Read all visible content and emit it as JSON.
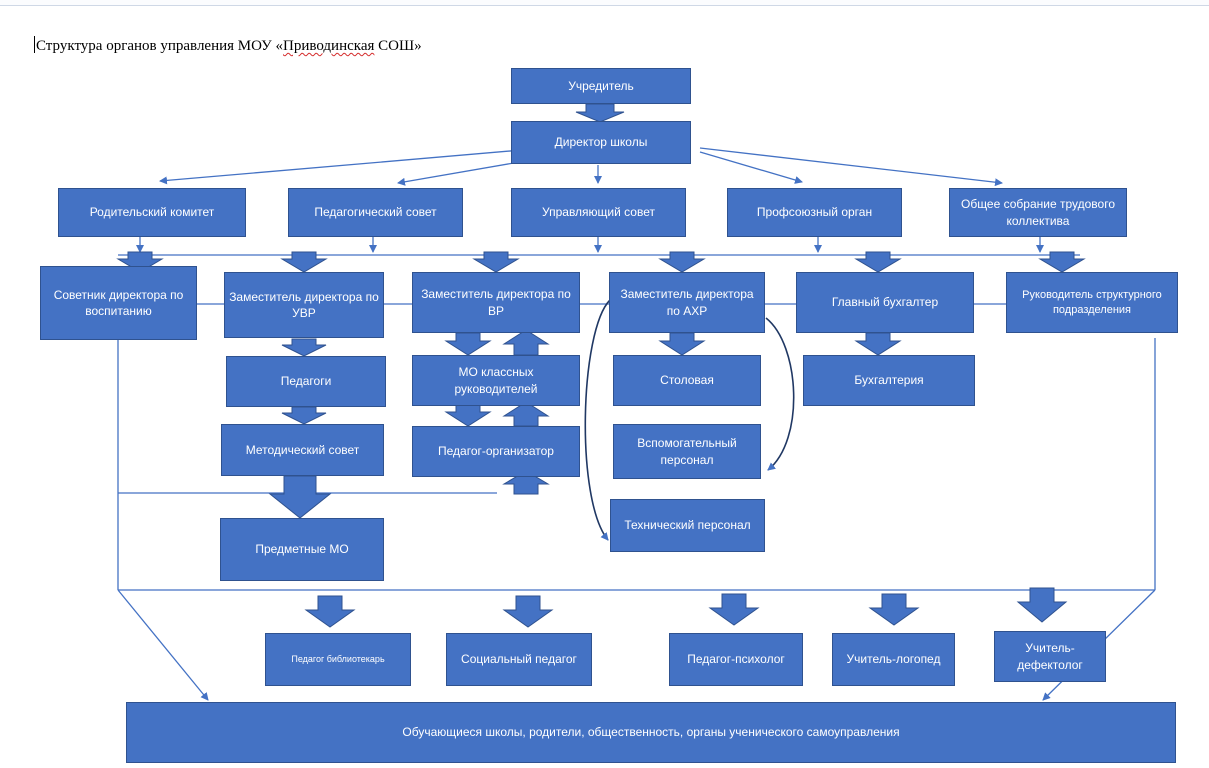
{
  "document": {
    "title_part1": "Структура органов управления МОУ «",
    "title_part2": "Приводинская",
    "title_part3": " СОШ»"
  },
  "colors": {
    "box_fill": "#4472c4",
    "box_border": "#2f528f",
    "connector": "#4472c4",
    "text": "#ffffff"
  },
  "boxes": {
    "founder": "Учредитель",
    "director": "Директор школы",
    "parent_committee": "Родительский комитет",
    "pedagogical_council": "Педагогический совет",
    "governing_council": "Управляющий совет",
    "trade_union": "Профсоюзный  орган",
    "general_meeting": "Общее собрание трудового коллектива",
    "upbringing_advisor": "Советник директора по воспитанию",
    "deputy_uvr": "Заместитель директора по УВР",
    "deputy_vr": "Заместитель директора по ВР",
    "deputy_ahr": "Заместитель директора по АХР",
    "chief_accountant": "Главный бухгалтер",
    "unit_head": "Руководитель структурного подразделения",
    "teachers": "Педагоги",
    "methodical_council": "Методический совет",
    "class_teachers_mo": "МО классных руководителей",
    "teacher_organizer": "Педагог-организатор",
    "canteen": "Столовая",
    "accounting": "Бухгалтерия",
    "auxiliary_staff": "Вспомогательный персонал",
    "technical_staff": "Технический персонал",
    "subject_mo": "Предметные МО",
    "librarian": "Педагог библиотекарь",
    "social_pedagogue": "Социальный педагог",
    "psychologist": "Педагог-психолог",
    "speech_therapist": "Учитель-логопед",
    "defectologist": "Учитель-дефектолог",
    "students": "Обучающиеся школы, родители, общественность,  органы  ученического  самоуправления"
  }
}
